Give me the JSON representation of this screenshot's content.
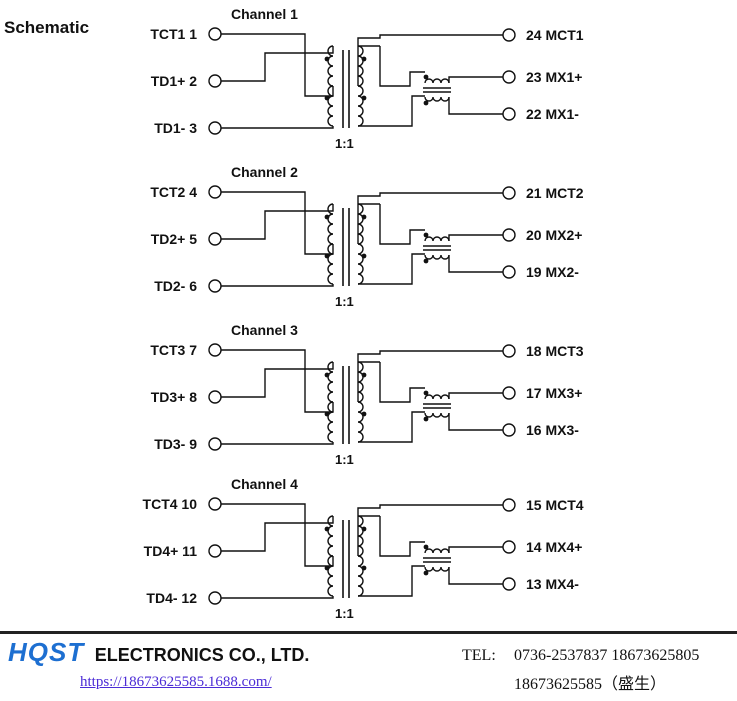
{
  "heading": "Schematic",
  "ratio_label": "1:1",
  "channels": [
    {
      "name": "Channel 1",
      "left_pins": [
        "TCT1 1",
        "TD1+ 2",
        "TD1- 3"
      ],
      "right_pins": [
        "24 MCT1",
        "23 MX1+",
        "22 MX1-"
      ]
    },
    {
      "name": "Channel 2",
      "left_pins": [
        "TCT2 4",
        "TD2+ 5",
        "TD2- 6"
      ],
      "right_pins": [
        "21 MCT2",
        "20 MX2+",
        "19 MX2-"
      ]
    },
    {
      "name": "Channel 3",
      "left_pins": [
        "TCT3 7",
        "TD3+ 8",
        "TD3- 9"
      ],
      "right_pins": [
        "18 MCT3",
        "17 MX3+",
        "16 MX3-"
      ]
    },
    {
      "name": "Channel 4",
      "left_pins": [
        "TCT4 10",
        "TD4+ 11",
        "TD4- 12"
      ],
      "right_pins": [
        "15 MCT4",
        "14 MX4+",
        "13 MX4-"
      ]
    }
  ],
  "footer": {
    "logo": "HQST",
    "company": "ELECTRONICS CO., LTD.",
    "link": "https://18673625585.1688.com/",
    "tel_label": "TEL:",
    "tel_line1": "0736-2537837 18673625805",
    "tel_line2": "18673625585（盛生）",
    "brand_color": "#1d6fd1",
    "link_color": "#4b2bd6"
  }
}
